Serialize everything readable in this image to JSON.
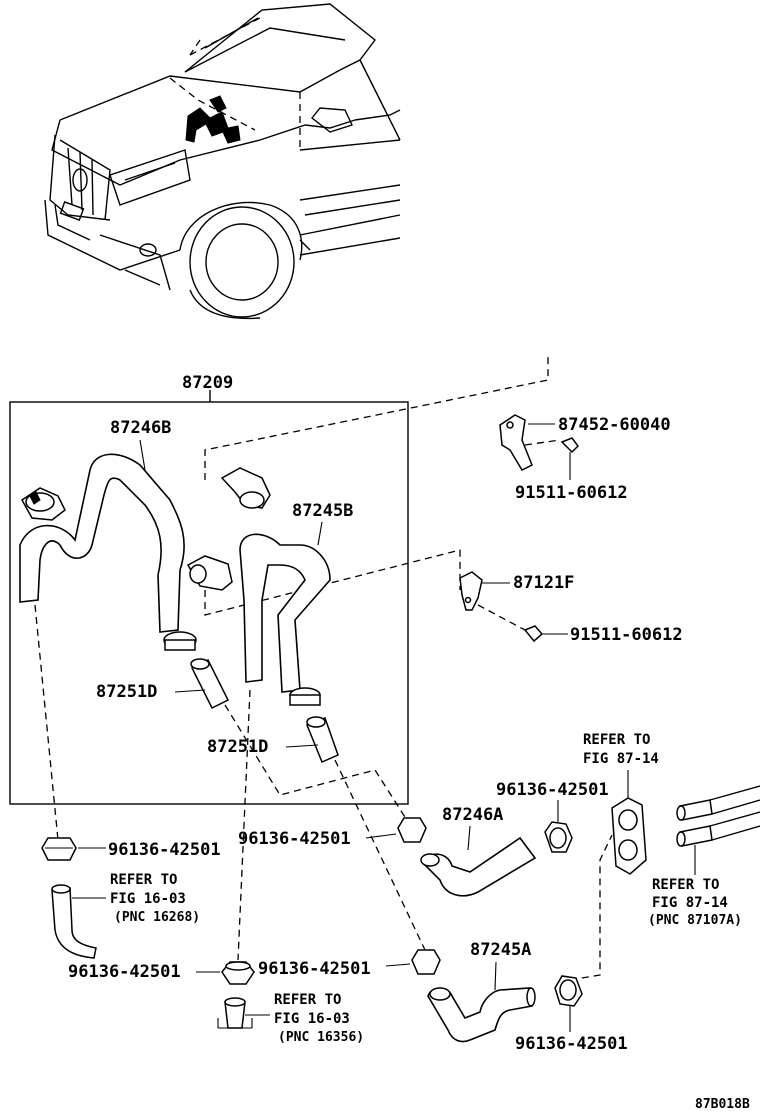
{
  "labels": {
    "assembly": "87209",
    "hose_b": "87246B",
    "hose_b2": "87245B",
    "pipe_d1": "87251D",
    "pipe_d2": "87251D",
    "bracket": "87452-60040",
    "bolt_top": "91511-60612",
    "clamp_bracket": "87121F",
    "bolt_mid": "91511-60612",
    "hose_a": "87246A",
    "hose_a2": "87245A",
    "clip_left": "96136-42501",
    "clip_mid": "96136-42501",
    "clip_right_top": "96136-42501",
    "clip_bottom_left": "96136-42501",
    "clip_bottom_mid": "96136-42501",
    "clip_bottom_right": "96136-42501",
    "diagram_code": "87B018B"
  },
  "references": {
    "left_top": {
      "line1": "REFER TO",
      "line2": "FIG 16-03",
      "line3": "(PNC 16268)"
    },
    "left_bottom": {
      "line1": "REFER TO",
      "line2": "FIG 16-03",
      "line3": "(PNC 16356)"
    },
    "right_top": {
      "line1": "REFER TO",
      "line2": "FIG 87-14"
    },
    "right_bottom": {
      "line1": "REFER TO",
      "line2": "FIG 87-14",
      "line3": "(PNC 87107A)"
    }
  }
}
